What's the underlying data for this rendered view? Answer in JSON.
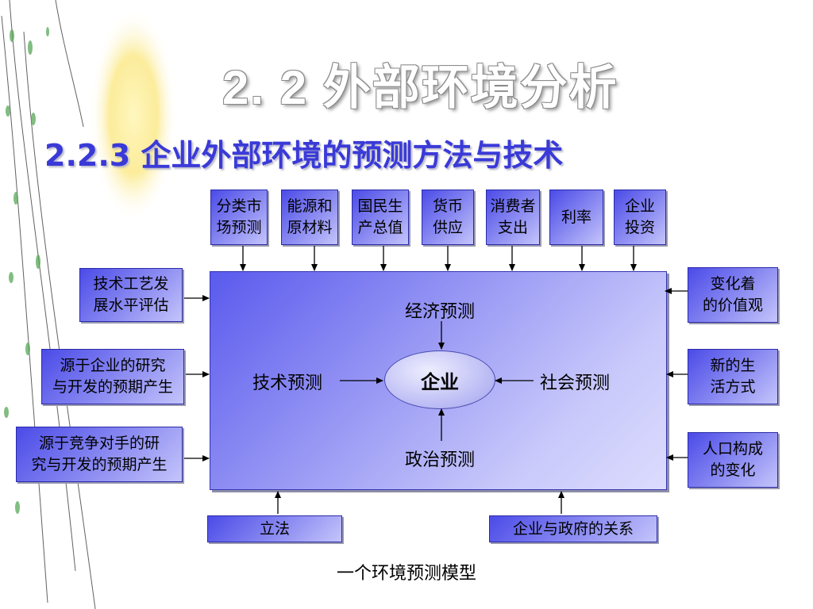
{
  "title": "2. 2  外部环境分析",
  "subtitle": "2.2.3 企业外部环境的预测方法与技术",
  "top_boxes": [
    {
      "line1": "分类市",
      "line2": "场预测"
    },
    {
      "line1": "能源和",
      "line2": "原材料"
    },
    {
      "line1": "国民生",
      "line2": "产总值"
    },
    {
      "line1": "货币",
      "line2": "供应"
    },
    {
      "line1": "消费者",
      "line2": "支出"
    },
    {
      "line1": "利率",
      "line2": ""
    },
    {
      "line1": "企业",
      "line2": "投资"
    }
  ],
  "left_boxes": [
    {
      "line1": "技术工艺发",
      "line2": "展水平评估"
    },
    {
      "line1": "源于企业的研究",
      "line2": "与开发的预期产生"
    },
    {
      "line1": "源于竞争对手的研",
      "line2": "究与开发的预期产生"
    }
  ],
  "right_boxes": [
    {
      "line1": "变化着",
      "line2": "的价值观"
    },
    {
      "line1": "新的生",
      "line2": "活方式"
    },
    {
      "line1": "人口构成",
      "line2": "的变化"
    }
  ],
  "bottom_boxes": [
    "立法",
    "企业与政府的关系"
  ],
  "center": {
    "economic": "经济预测",
    "technology": "技术预测",
    "social": "社会预测",
    "political": "政治预测",
    "enterprise": "企业"
  },
  "caption": "一个环境预测模型",
  "colors": {
    "box_dark": "#4b4be8",
    "box_light": "#c4c4fb",
    "subtitle": "#3a3ad8"
  }
}
